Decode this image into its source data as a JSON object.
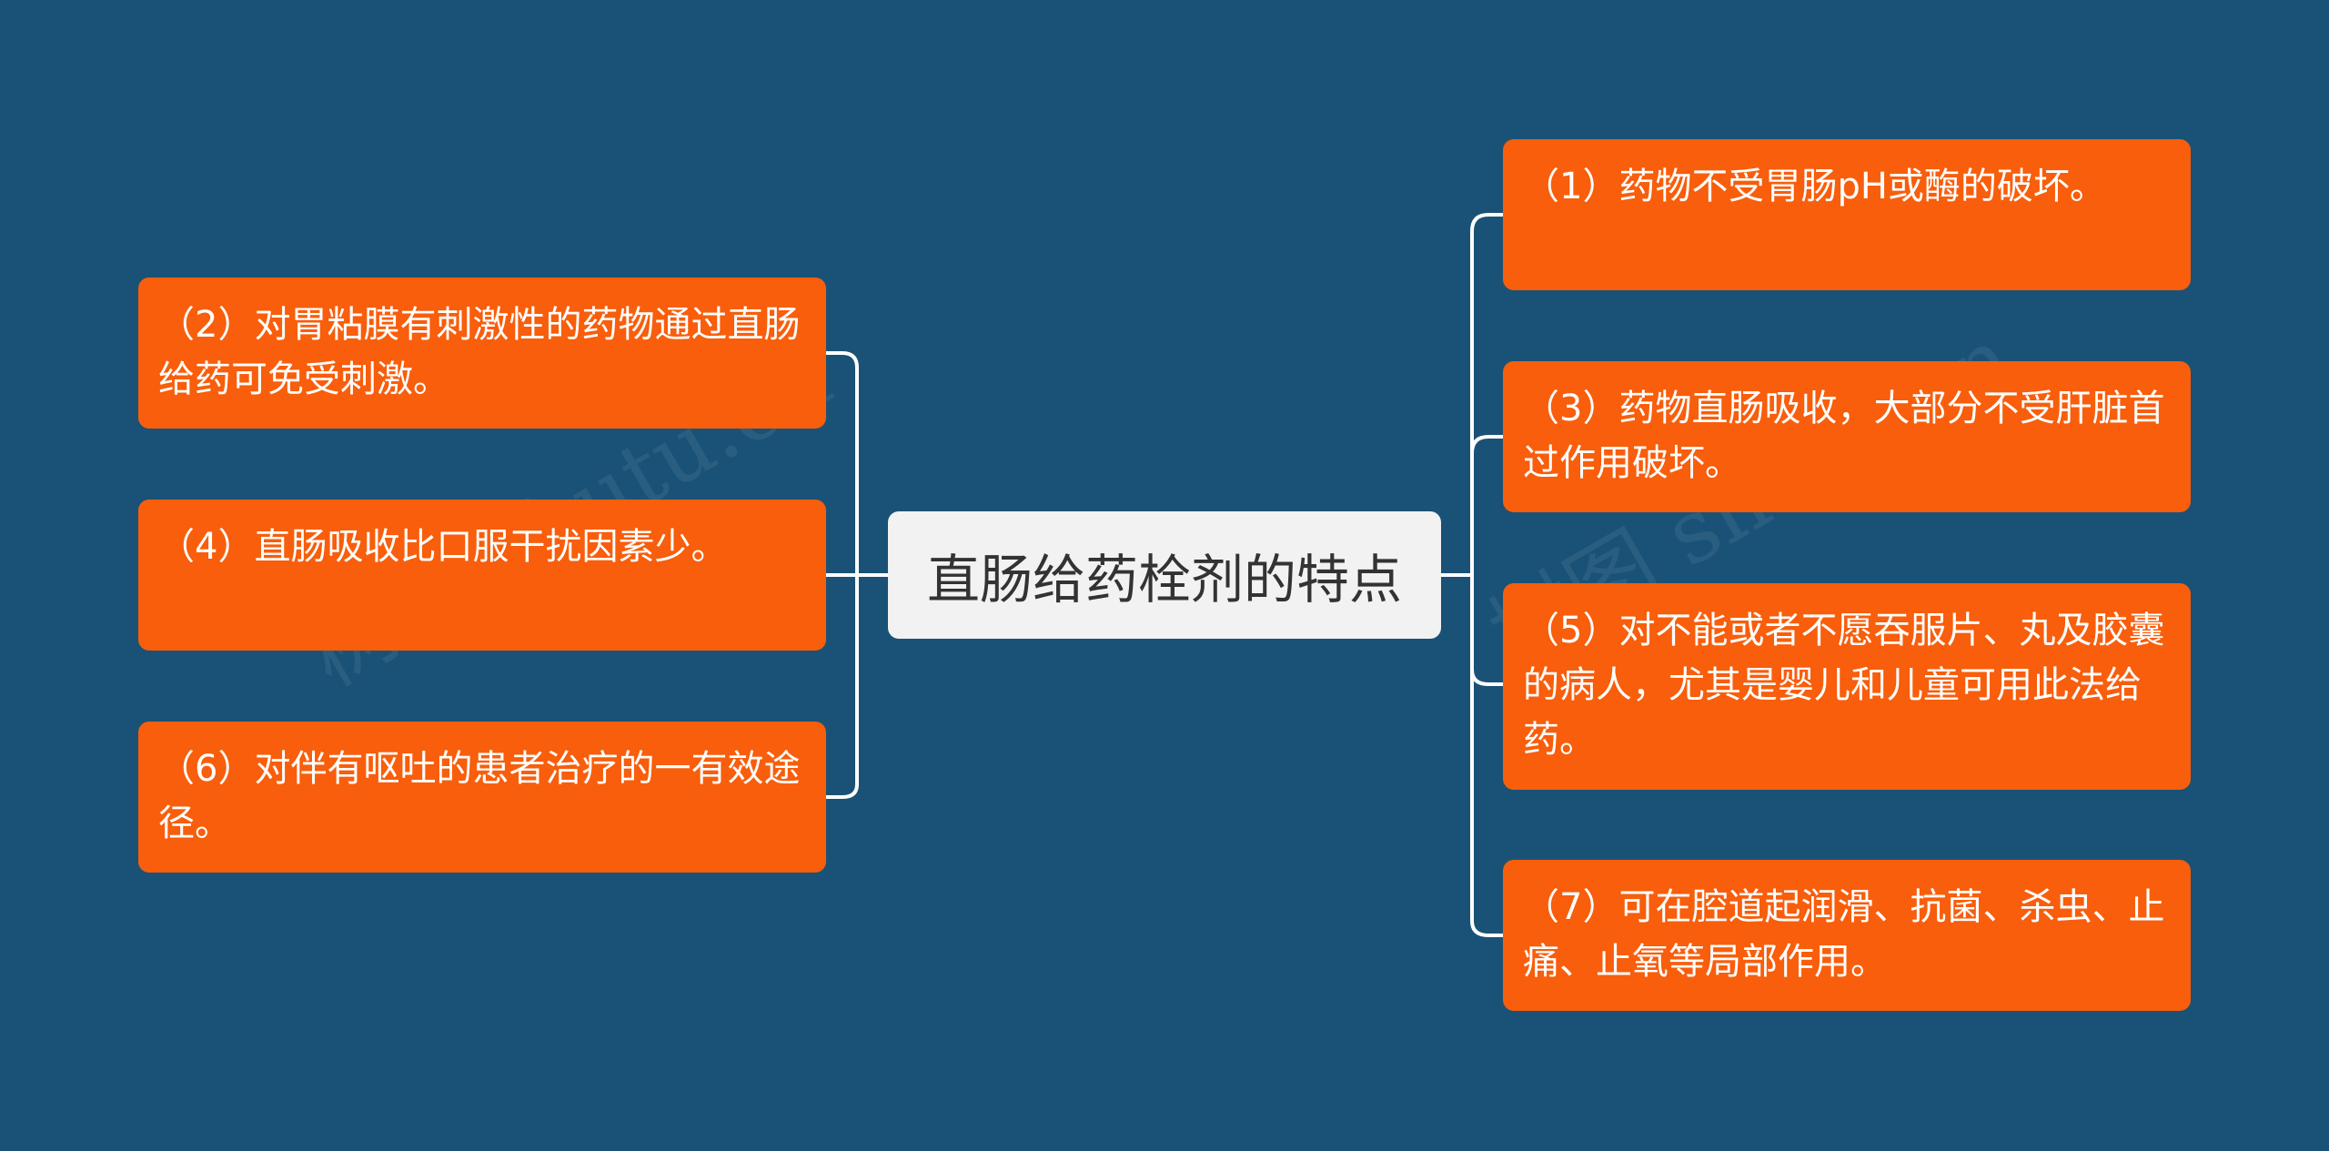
{
  "root": {
    "label": "直肠给药栓剂的特点"
  },
  "left_nodes": [
    {
      "label": "（2）对胃粘膜有刺激性的药物通过直肠给药可免受刺激。"
    },
    {
      "label": "（4）直肠吸收比口服干扰因素少。"
    },
    {
      "label": "（6）对伴有呕吐的患者治疗的一有效途径。"
    }
  ],
  "right_nodes": [
    {
      "label": "（1）药物不受胃肠pH或酶的破坏。"
    },
    {
      "label": "（3）药物直肠吸收，大部分不受肝脏首过作用破坏。"
    },
    {
      "label": "（5）对不能或者不愿吞服片、丸及胶囊的病人，尤其是婴儿和儿童可用此法给药。"
    },
    {
      "label": "（7）可在腔道起润滑、抗菌、杀虫、止痛、止氧等局部作用。"
    }
  ],
  "watermarks": [
    "树图 shutu.cn",
    "树图 shutu.cn"
  ],
  "colors": {
    "background": "#1a5277",
    "node": "#f85e0b",
    "root": "#f2f2f2",
    "link": "#ffffff"
  }
}
